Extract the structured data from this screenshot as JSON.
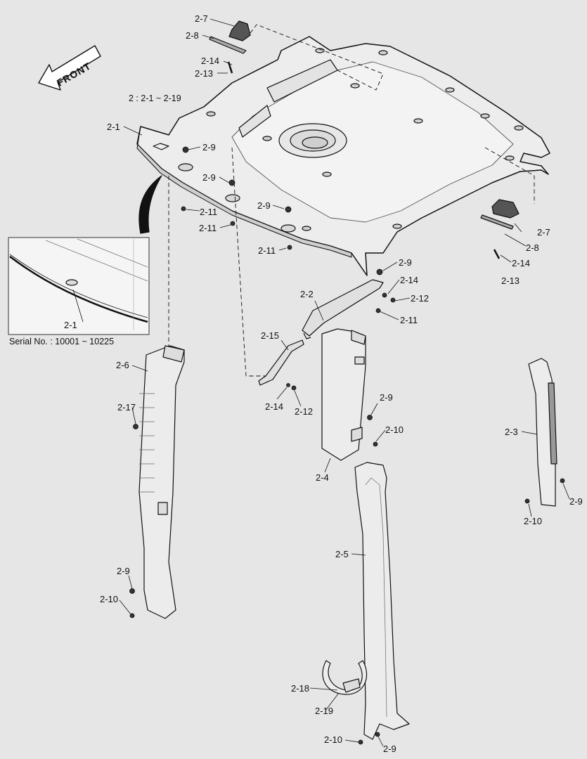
{
  "assembly_note": "2 : 2-1 ~ 2-19",
  "serial_note": "Serial No. : 10001 ~ 10225",
  "front_label": "FRONT",
  "callouts": {
    "c1": "2-7",
    "c2": "2-8",
    "c3": "2-14",
    "c4": "2-13",
    "c5": "2-1",
    "c6": "2-9",
    "c7": "2-9",
    "c8": "2-11",
    "c9": "2-11",
    "c10": "2-9",
    "c11": "2-11",
    "c12": "2-7",
    "c13": "2-8",
    "c14": "2-14",
    "c15": "2-13",
    "c16": "2-9",
    "c17": "2-14",
    "c18": "2-12",
    "c19": "2-11",
    "c20": "2-2",
    "c21": "2-15",
    "c22": "2-14",
    "c23": "2-12",
    "c24": "2-1",
    "c25": "2-6",
    "c26": "2-17",
    "c27": "2-9",
    "c28": "2-10",
    "c29": "2-9",
    "c30": "2-10",
    "c31": "2-4",
    "c32": "2-3",
    "c33": "2-9",
    "c34": "2-10",
    "c35": "2-5",
    "c36": "2-18",
    "c37": "2-19",
    "c38": "2-10",
    "c39": "2-9"
  }
}
